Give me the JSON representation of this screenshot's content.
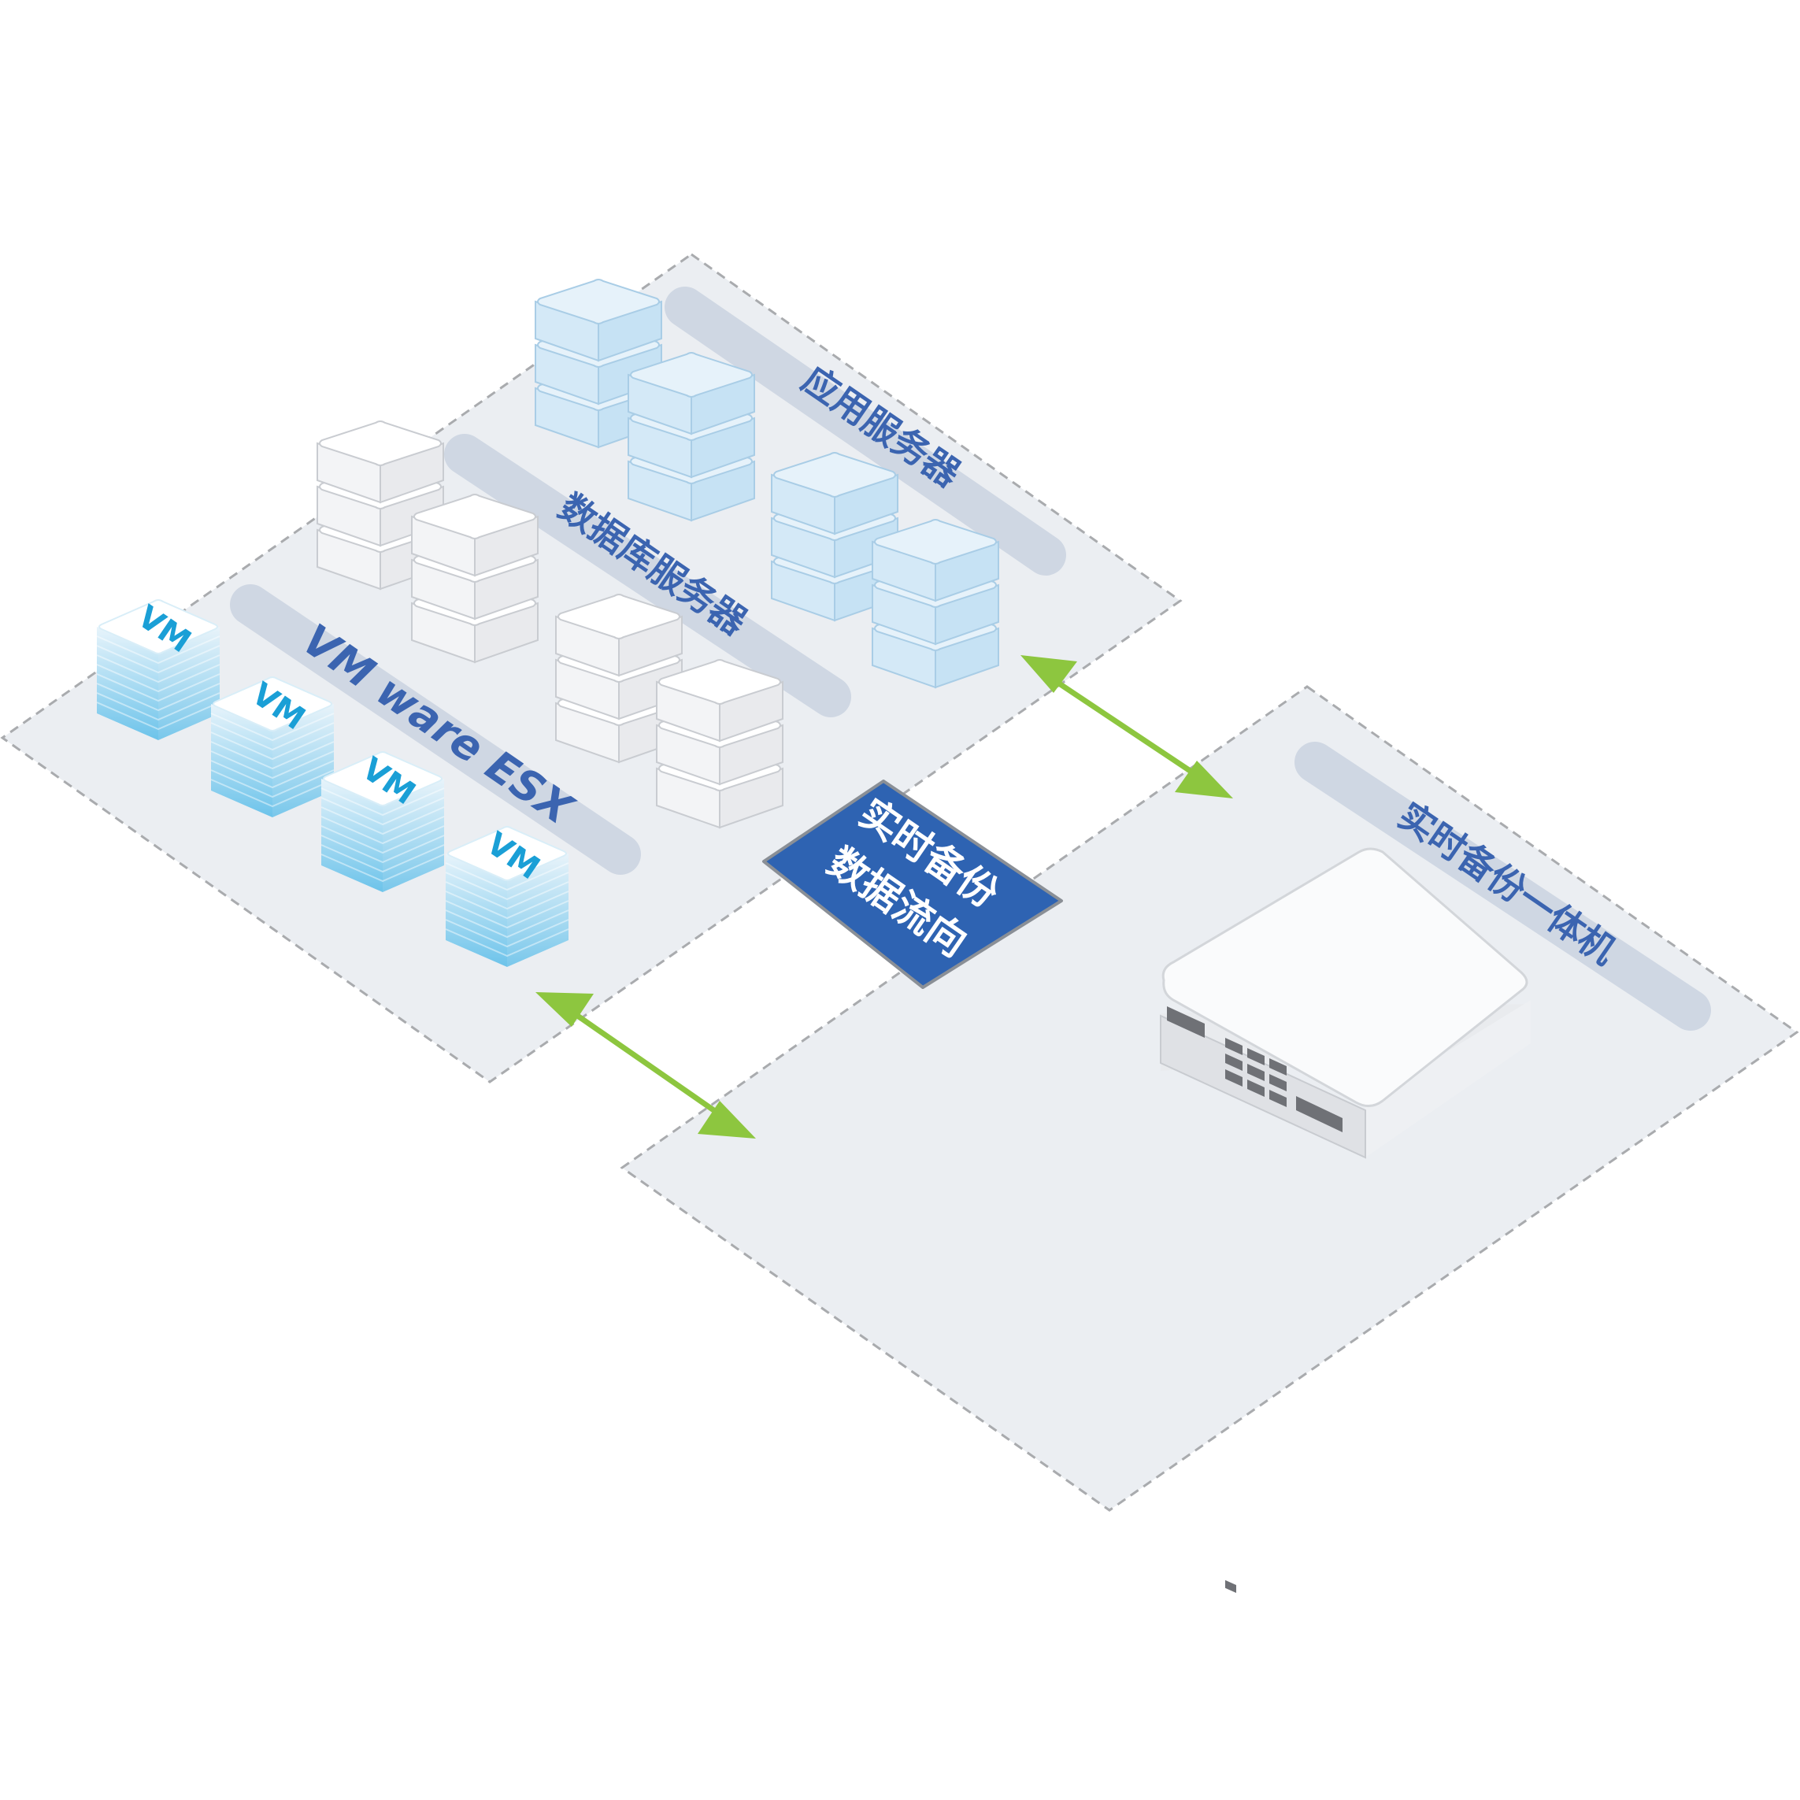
{
  "zones": {
    "esx_label": "VM ware ESX",
    "db_label": "数据库服务器",
    "app_label": "应用服务器",
    "appliance_label": "实时备份一体机"
  },
  "flow_badge": {
    "line1": "实时备份",
    "line2": "数据流向"
  },
  "vm_tiles": [
    {
      "label": "VM"
    },
    {
      "label": "VM"
    },
    {
      "label": "VM"
    },
    {
      "label": "VM"
    }
  ],
  "colors": {
    "zone_fill": "#ebeef2",
    "zone_border": "#a9abae",
    "strip_fill": "#cfd7e3",
    "label_text": "#3b64b0",
    "badge_fill": "#2e63b2",
    "badge_text": "#ffffff",
    "arrow": "#8dc63f",
    "vm_text": "#1a9fd6"
  },
  "icons": {
    "db_servers": "white-server-stack-icon",
    "app_servers": "blue-server-stack-icon",
    "vm": "vm-stack-icon",
    "appliance": "backup-appliance-icon",
    "flow_arrow": "double-headed-arrow-icon"
  }
}
